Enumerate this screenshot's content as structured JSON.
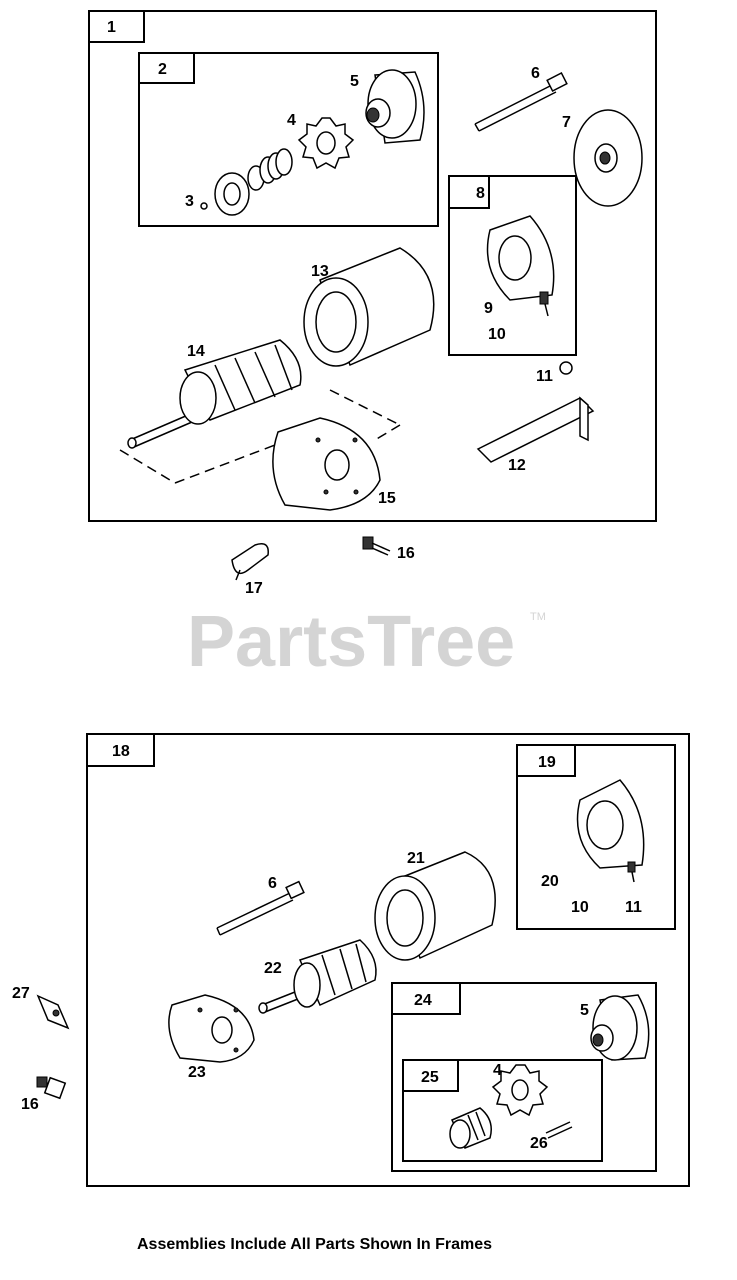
{
  "watermark": {
    "text": "PartsTree",
    "mark": "TM"
  },
  "caption": "Assemblies Include All Parts Shown In Frames",
  "frames": {
    "f1": "1",
    "f2": "2",
    "f8": "8",
    "f18": "18",
    "f19": "19",
    "f24": "24",
    "f25": "25"
  },
  "labels": {
    "top": {
      "p3": "3",
      "p4": "4",
      "p5": "5",
      "p6": "6",
      "p7": "7",
      "p9": "9",
      "p10": "10",
      "p11": "11",
      "p12": "12",
      "p13": "13",
      "p14": "14",
      "p15": "15",
      "p16": "16",
      "p17": "17"
    },
    "bottom": {
      "p4": "4",
      "p5": "5",
      "p6": "6",
      "p10": "10",
      "p11": "11",
      "p16": "16",
      "p20": "20",
      "p21": "21",
      "p22": "22",
      "p23": "23",
      "p26": "26",
      "p27": "27"
    }
  }
}
